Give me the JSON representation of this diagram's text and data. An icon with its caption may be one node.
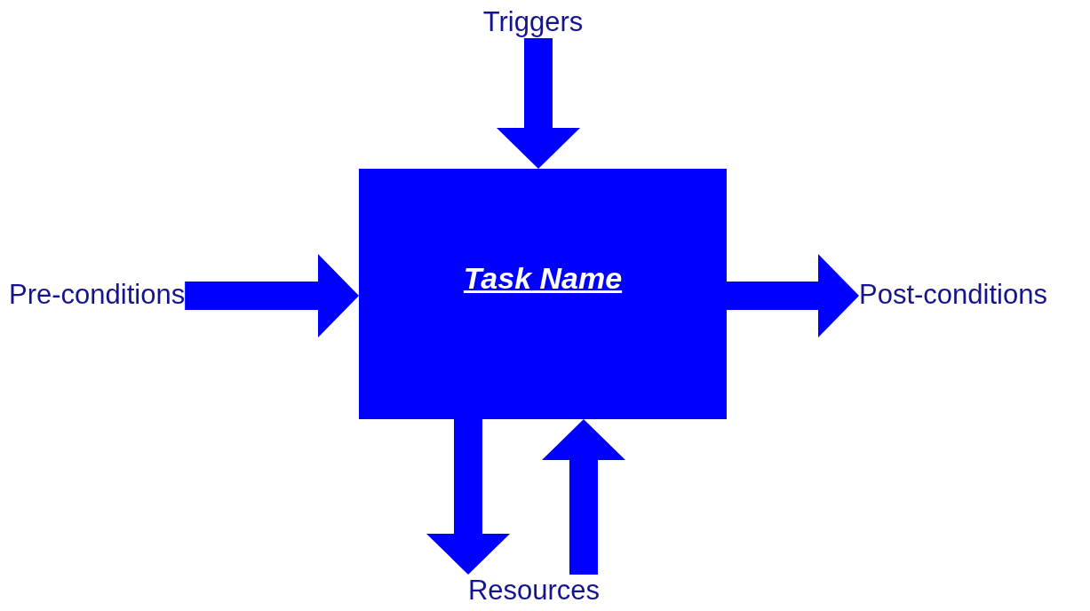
{
  "diagram": {
    "nodes": [
      {
        "text": [
          "Task Name"
        ]
      },
      {
        "text": [
          "Triggers"
        ]
      },
      {
        "text": [
          "Pre-conditions"
        ]
      },
      {
        "text": [
          "Post-conditions"
        ]
      },
      {
        "text": [
          "Resources"
        ]
      }
    ],
    "edges": [
      {
        "from": 1,
        "to": 0,
        "arrow": "to"
      },
      {
        "from": 2,
        "to": 0,
        "arrow": "to"
      },
      {
        "from": 0,
        "to": 3,
        "arrow": "to"
      },
      {
        "from": 0,
        "to": 4,
        "arrow": "to"
      },
      {
        "from": 4,
        "to": 0,
        "arrow": "to"
      }
    ]
  }
}
